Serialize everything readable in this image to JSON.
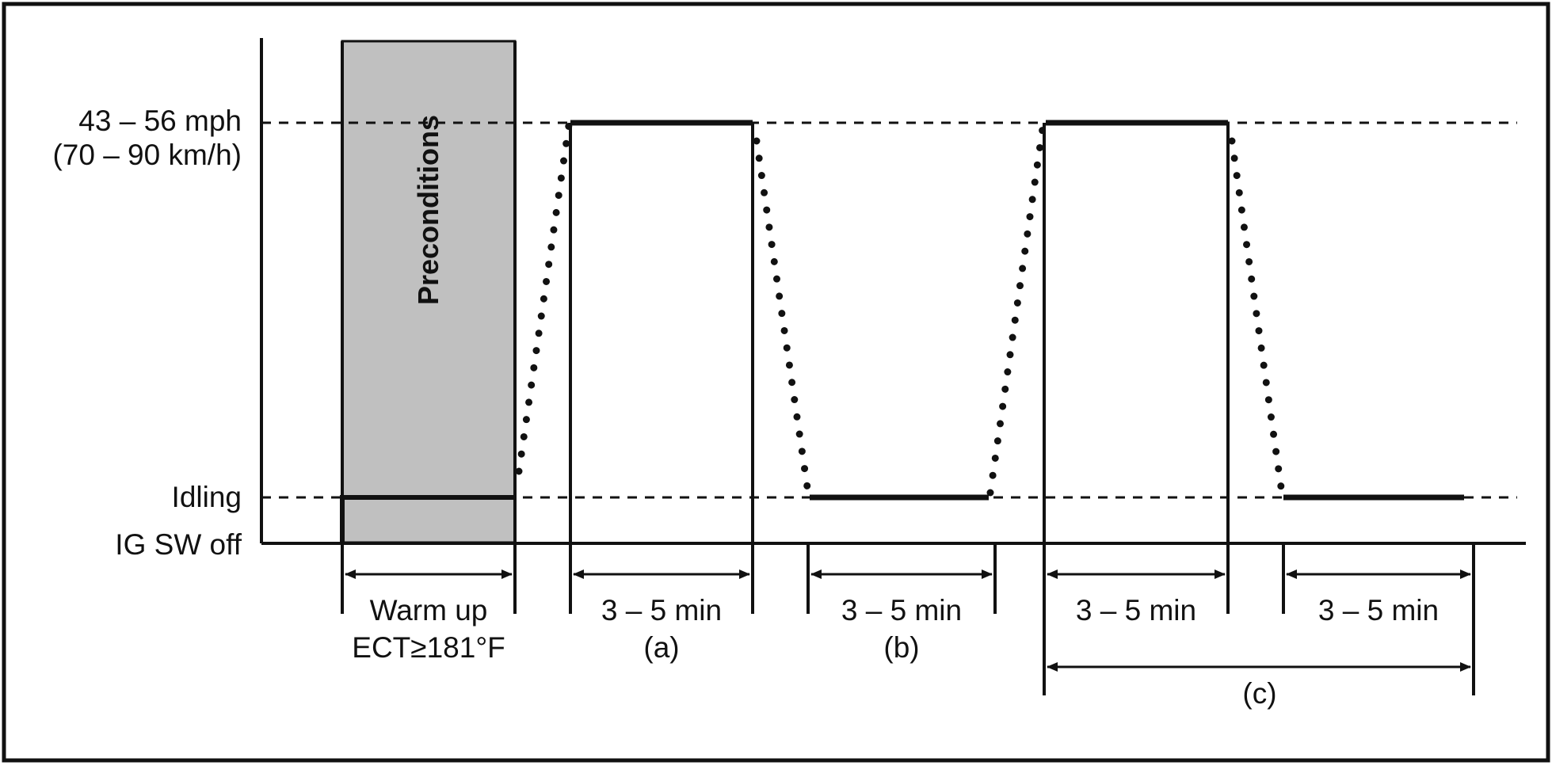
{
  "y_axis": {
    "speed_label_line1": "43 – 56 mph",
    "speed_label_line2": "(70 – 90 km/h)",
    "idling_label": "Idling",
    "ig_off_label": "IG SW off"
  },
  "preconditions": {
    "label": "Preconditions",
    "fill_color": "#c0c0c0"
  },
  "segments": [
    {
      "line1": "Warm up",
      "line2": "ECT≥181°F"
    },
    {
      "line1": "3 – 5 min",
      "line2": "(a)"
    },
    {
      "line1": "3 – 5 min",
      "line2": "(b)"
    },
    {
      "line1": "3 – 5 min",
      "line2": ""
    },
    {
      "line1": "3 – 5 min",
      "line2": ""
    }
  ],
  "group_c": {
    "label": "(c)"
  },
  "colors": {
    "line": "#111111",
    "background": "#ffffff"
  }
}
